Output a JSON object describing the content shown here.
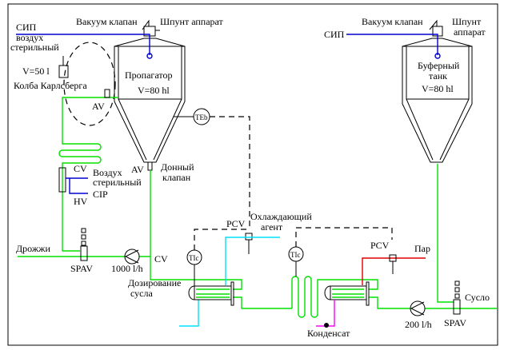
{
  "colors": {
    "wort": "#00e000",
    "sip": "#0000d0",
    "coolant": "#00e0ff",
    "steam": "#e00000",
    "condensate": "#ff00ff"
  },
  "propagator": {
    "name": "Пропагатор",
    "volume": "V=80 hl",
    "vacuum_valve": "Вакуум клапан",
    "bung": "Шпунт аппарат",
    "sip": "СИП",
    "air1": "воздух",
    "air2": "стерильный"
  },
  "flask": {
    "volume": "V=50 l",
    "name": "Колба Карлсберга"
  },
  "valves": {
    "av1": "AV",
    "av2": "AV",
    "bottom1": "Донный",
    "bottom2": "клапан",
    "cv1": "CV",
    "air1": "Воздух",
    "air2": "стерильный",
    "hv": "HV",
    "cip": "CIP",
    "cv2": "CV",
    "spav1": "SPAV",
    "spav2": "SPAV",
    "pcv1": "PCV",
    "pcv2": "PCV"
  },
  "instruments": {
    "te": "TEb",
    "tic1": "TIc",
    "tic2": "TIc"
  },
  "lines": {
    "yeast": "Дрожжи",
    "pump1": "1000 l/h",
    "dosing1": "Дозирование",
    "dosing2": "сусла",
    "coolant1": "Охлаждающий",
    "coolant2": "агент",
    "steam": "Пар",
    "condensate": "Конденсат",
    "pump2": "200 l/h",
    "wort": "Сусло"
  },
  "buffer": {
    "name1": "Буферный",
    "name2": "танк",
    "volume": "V=80 hl",
    "vacuum_valve": "Вакуум клапан",
    "bung1": "Шпунт",
    "bung2": "аппарат",
    "sip": "СИП"
  }
}
